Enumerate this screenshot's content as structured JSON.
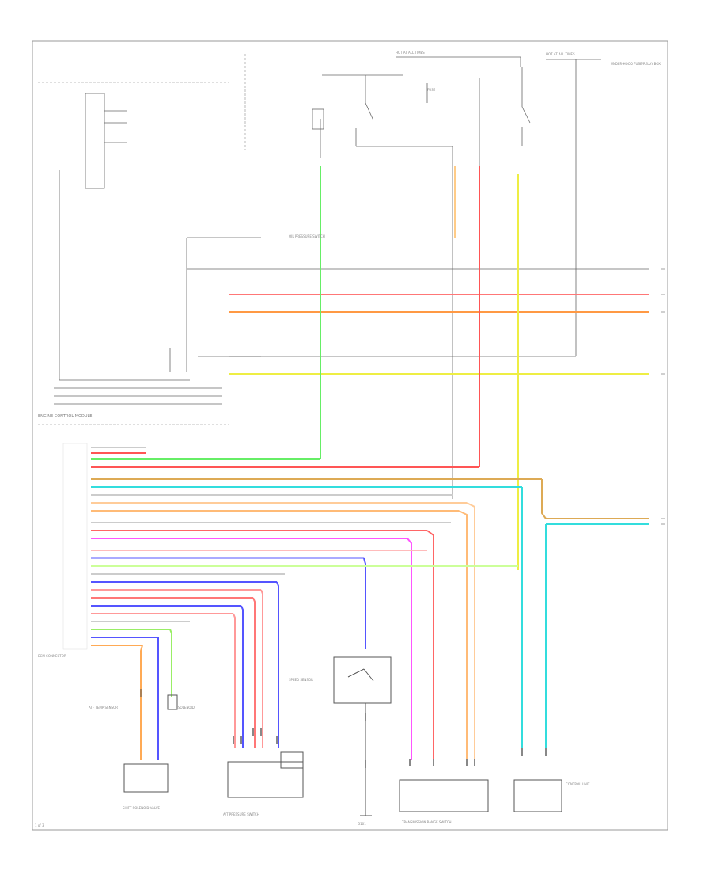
{
  "diagram": {
    "page_label": "1 of 3",
    "module_label": "ENGINE CONTROL MODULE",
    "components": {
      "oil_switch": "OIL PRESSURE SWITCH",
      "fuse": "FUSE",
      "hot_1": "HOT AT ALL TIMES",
      "hot_2": "HOT AT ALL TIMES",
      "under_hood": "UNDER-HOOD FUSE/RELAY BOX",
      "atf_left": "ATF TEMP SENSOR",
      "atf_left2": "SOLENOID",
      "pressure_sw": "A/T PRESSURE SWITCH",
      "tr_switch": "TRANSMISSION RANGE SWITCH",
      "speed_sensor": "SPEED SENSOR",
      "ground": "G101",
      "shift_solenoid": "SHIFT SOLENOID VALVE",
      "control_unit": "CONTROL UNIT",
      "ecm_connector": "ECM CONNECTOR"
    },
    "colors": {
      "green": "#33dd33",
      "red": "#ff4444",
      "orange": "#ff9900",
      "yellow": "#eeee00",
      "cyan": "#00dddd",
      "magenta": "#ff44ff",
      "blue": "#5555ff",
      "pink": "#ff9999",
      "lightgreen": "#99ee66",
      "peach": "#ffcc99",
      "tan": "#ddaa55",
      "gray": "#cccccc",
      "line": "#555555"
    }
  }
}
